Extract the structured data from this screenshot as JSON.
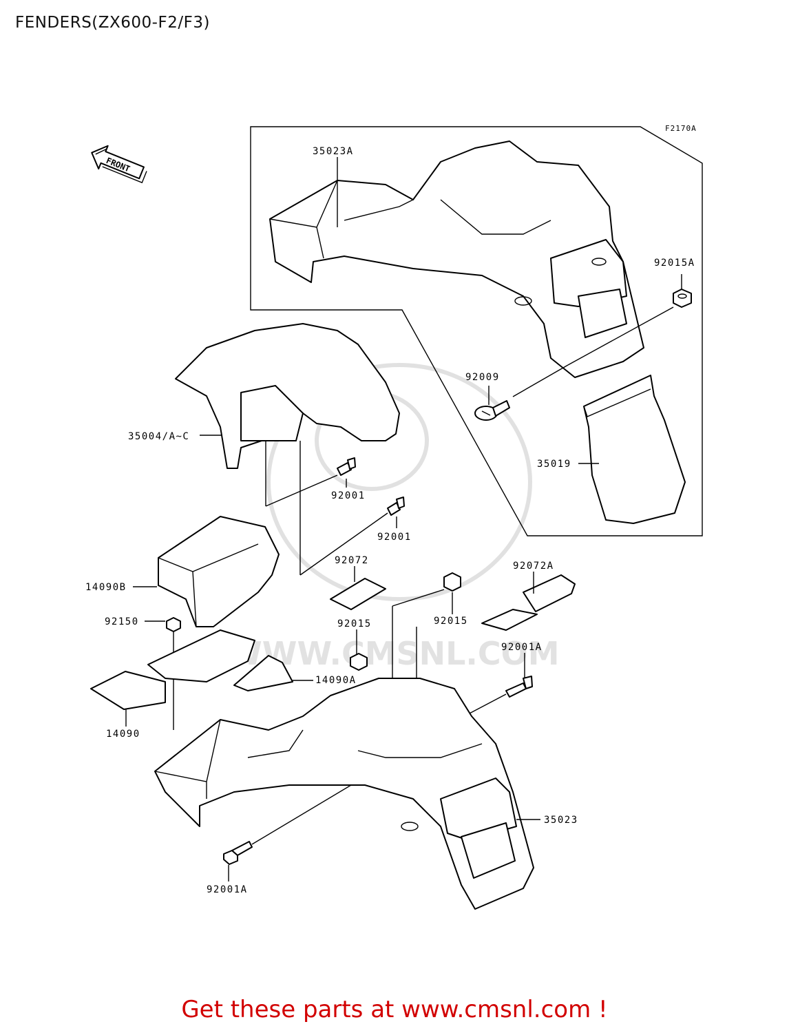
{
  "page_title": "FENDERS(ZX600-F2/F3)",
  "diagram_ref": "F2170A",
  "front_arrow_label": "FRONT",
  "watermark_text": "WWW.CMSNL.COM",
  "part_labels": {
    "p35023A": "35023A",
    "p92015A": "92015A",
    "p92009": "92009",
    "p35019": "35019",
    "p35004": "35004/A~C",
    "p92001_a": "92001",
    "p92001_b": "92001",
    "p92072": "92072",
    "p92072A": "92072A",
    "p14090B": "14090B",
    "p92150": "92150",
    "p92015_a": "92015",
    "p92015_b": "92015",
    "p92001A_a": "92001A",
    "p14090A": "14090A",
    "p14090": "14090",
    "p35023": "35023",
    "p92001A_b": "92001A"
  },
  "footer_text": "Get these parts at www.cmsnl.com !",
  "colors": {
    "footer": "#d20000",
    "lines": "#000000",
    "watermark": "#c8c8c8"
  }
}
